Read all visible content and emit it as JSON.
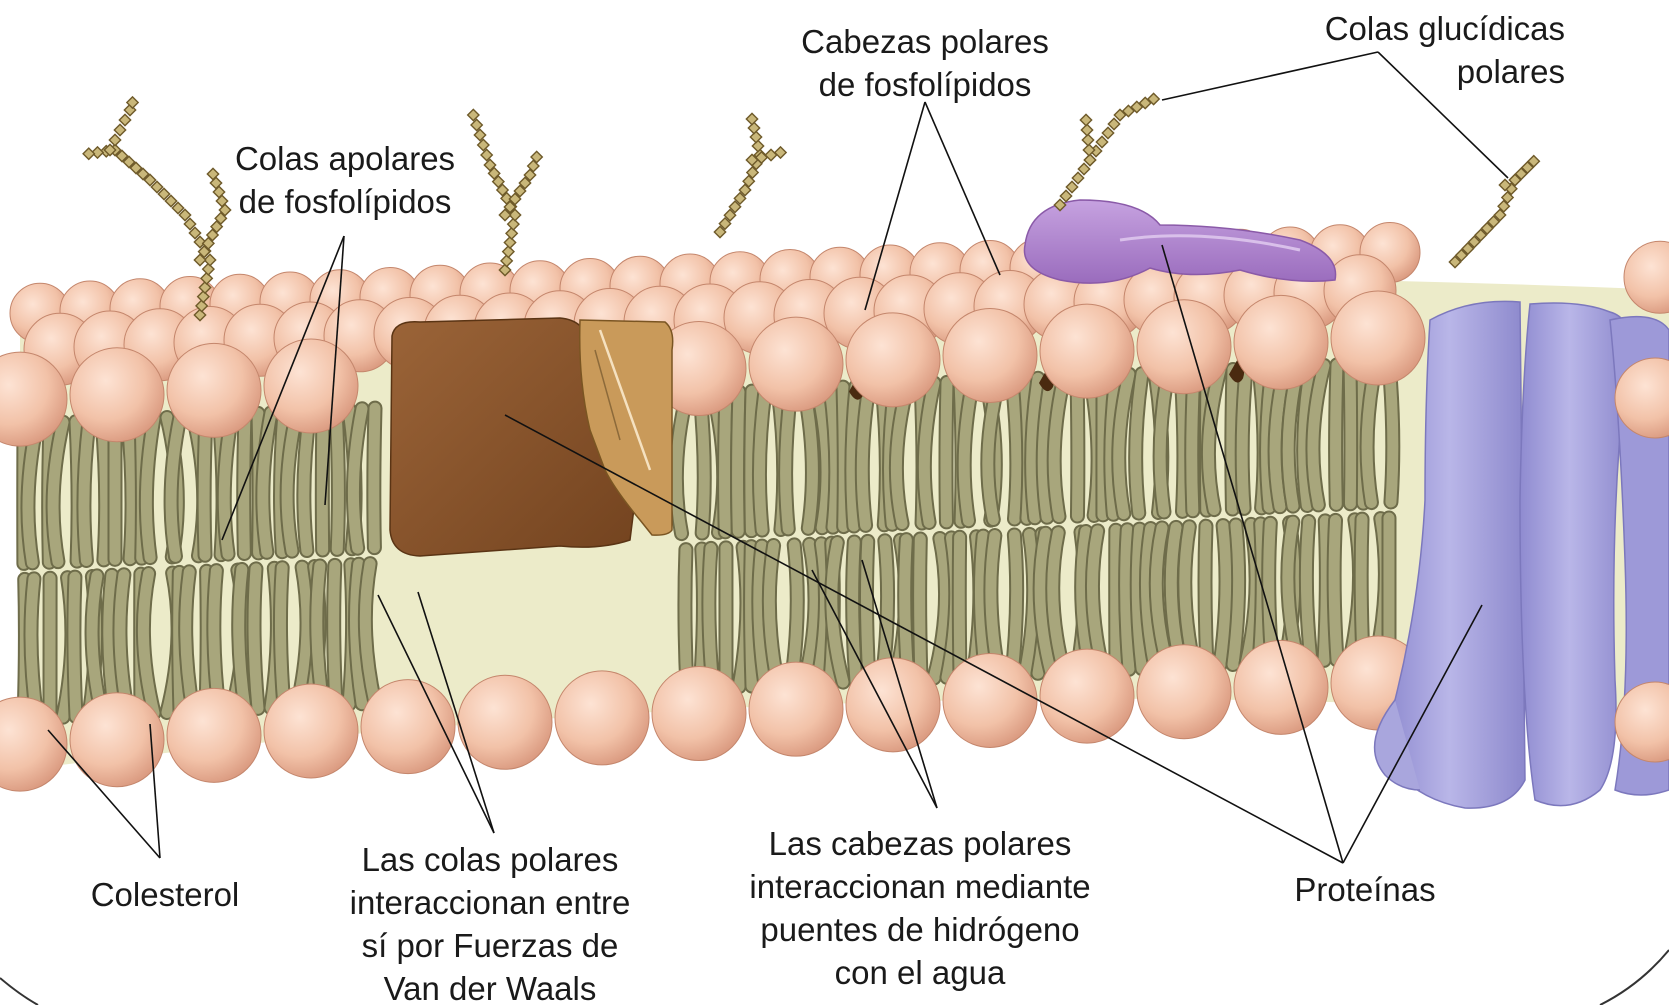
{
  "labels": {
    "colesterol": [
      "Colesterol"
    ],
    "colas_apolares": [
      "Colas apolares",
      "de fosfolípidos"
    ],
    "cabezas_polares": [
      "Cabezas polares",
      "de fosfolípidos"
    ],
    "colas_glucidicas": [
      "Colas glucídicas",
      "polares"
    ],
    "colas_interaccion": [
      "Las colas polares",
      "interaccionan entre",
      "sí por Fuerzas de",
      "Van der Waals"
    ],
    "cabezas_interaccion": [
      "Las cabezas polares",
      "interaccionan mediante",
      "puentes de hidrógeno",
      "con el agua"
    ],
    "proteinas": [
      "Proteínas"
    ]
  },
  "colors": {
    "phospholipid_head": "#f2c2a8",
    "phospholipid_head_shade": "#d9987e",
    "lipid_tail": "#a8a67c",
    "lipid_tail_shade": "#6e6c4a",
    "core_fill": "#ecebc9",
    "cholesterol": "#4a2a10",
    "protein_brown": "#8a5530",
    "protein_tan": "#c99a5a",
    "protein_violet": "#a97cc8",
    "protein_lavender": "#a9a6dd",
    "glycan": "#c9b77a",
    "leader_line": "#111111"
  }
}
